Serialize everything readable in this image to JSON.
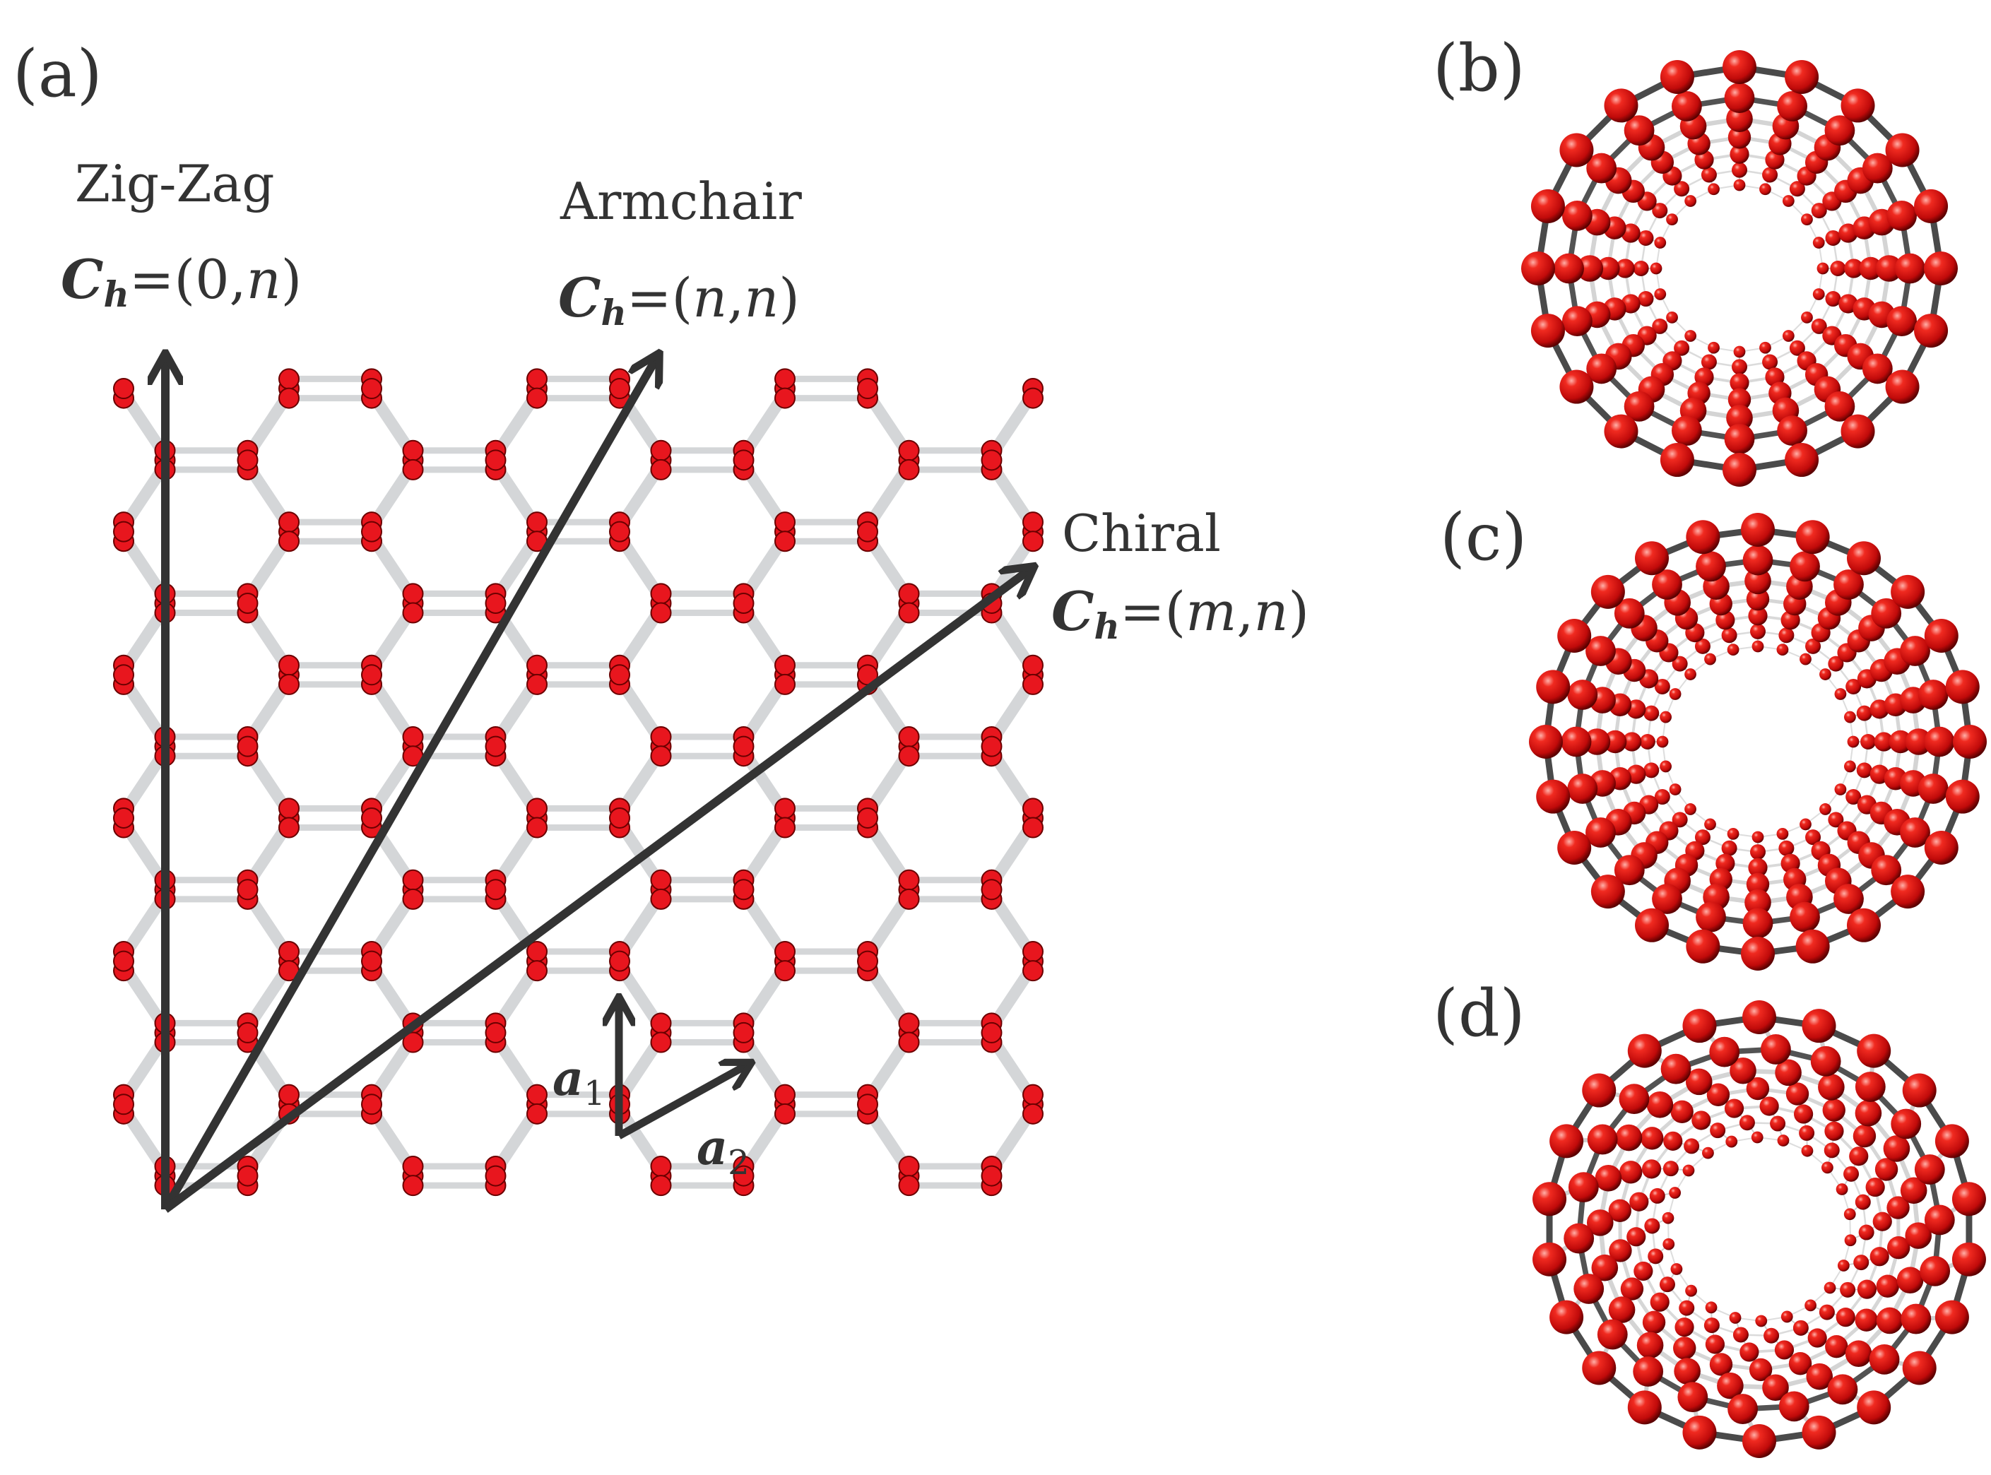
{
  "panels": {
    "a": "(a)",
    "b": "(b)",
    "c": "(c)",
    "d": "(d)"
  },
  "vectors": {
    "zigzag": {
      "name": "Zig-Zag",
      "symbol": "C",
      "sub": "h",
      "eq": "=(0,",
      "var": "n",
      "close": ")"
    },
    "armchair": {
      "name": "Armchair",
      "symbol": "C",
      "sub": "h",
      "eq": "=(",
      "var1": "n",
      "comma": ",",
      "var2": "n",
      "close": ")"
    },
    "chiral": {
      "name": "Chiral",
      "symbol": "C",
      "sub": "h",
      "eq": "=(",
      "var1": "m",
      "comma": ",",
      "var2": "n",
      "close": ")"
    }
  },
  "basis": {
    "a1": {
      "symbol": "a",
      "sub": "1"
    },
    "a2": {
      "symbol": "a",
      "sub": "2"
    }
  },
  "colors": {
    "atom_fill": "#e8161e",
    "atom_stroke": "#6b0000",
    "bond": "#d4d6d8",
    "arrow": "#333333",
    "tube_bond_dark": "#4a4a4a",
    "tube_bond_light": "#cfcfcf"
  }
}
